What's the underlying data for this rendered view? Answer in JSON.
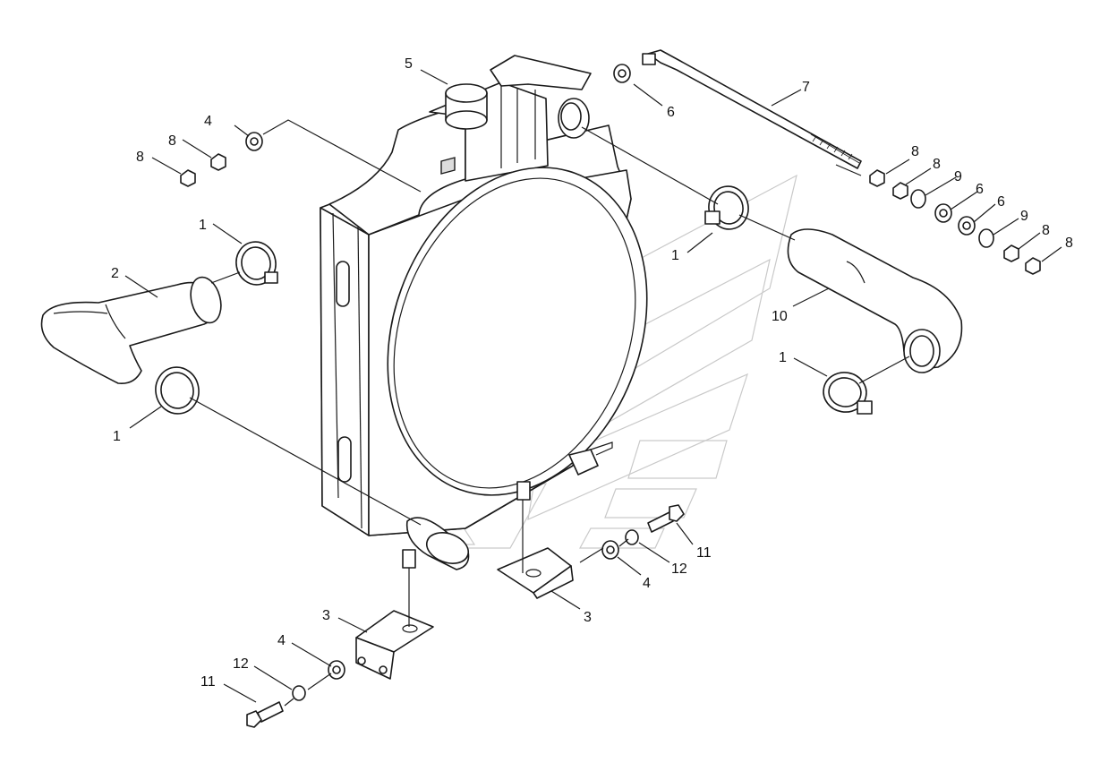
{
  "callouts": [
    {
      "id": "c5",
      "text": "5"
    },
    {
      "id": "c7",
      "text": "7"
    },
    {
      "id": "c6a",
      "text": "6"
    },
    {
      "id": "c4a",
      "text": "4"
    },
    {
      "id": "c8a",
      "text": "8"
    },
    {
      "id": "c8b",
      "text": "8"
    },
    {
      "id": "c1a",
      "text": "1"
    },
    {
      "id": "c2",
      "text": "2"
    },
    {
      "id": "c1b",
      "text": "1"
    },
    {
      "id": "c1c",
      "text": "1"
    },
    {
      "id": "c10",
      "text": "10"
    },
    {
      "id": "c1d",
      "text": "1"
    },
    {
      "id": "c8c",
      "text": "8"
    },
    {
      "id": "c8d",
      "text": "8"
    },
    {
      "id": "c9a",
      "text": "9"
    },
    {
      "id": "c6b",
      "text": "6"
    },
    {
      "id": "c6c",
      "text": "6"
    },
    {
      "id": "c9b",
      "text": "9"
    },
    {
      "id": "c8e",
      "text": "8"
    },
    {
      "id": "c8f",
      "text": "8"
    },
    {
      "id": "c11a",
      "text": "11"
    },
    {
      "id": "c12a",
      "text": "12"
    },
    {
      "id": "c4b",
      "text": "4"
    },
    {
      "id": "c3a",
      "text": "3"
    },
    {
      "id": "c3b",
      "text": "3"
    },
    {
      "id": "c4c",
      "text": "4"
    },
    {
      "id": "c12b",
      "text": "12"
    },
    {
      "id": "c11b",
      "text": "11"
    }
  ],
  "colors": {
    "line": "#1a1a1a",
    "watermark": "#c9c9c9",
    "background": "#ffffff"
  }
}
